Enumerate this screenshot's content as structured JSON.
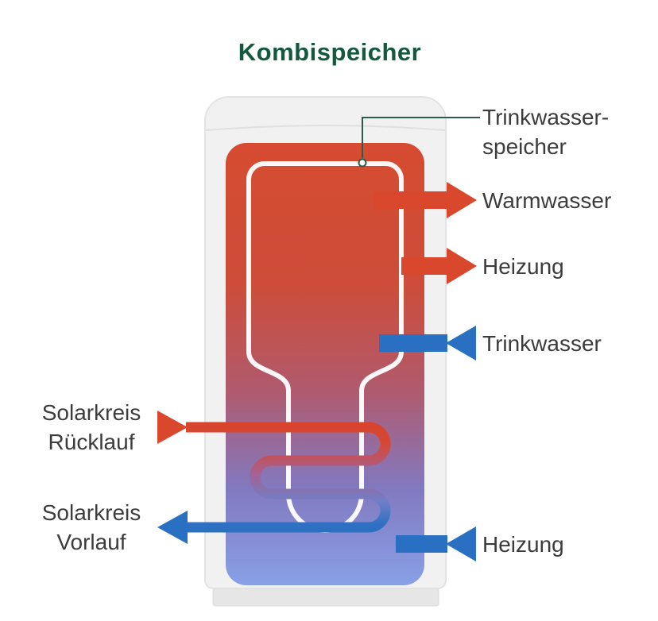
{
  "title": "Kombispeicher",
  "labels": {
    "inner_tank": {
      "line1": "Trinkwasser-",
      "line2": "speicher"
    },
    "warmwasser": "Warmwasser",
    "heizung_top": "Heizung",
    "trinkwasser": "Trinkwasser",
    "heizung_bottom": "Heizung",
    "solar_return": {
      "line1": "Solarkreis",
      "line2": "Rücklauf"
    },
    "solar_flow": {
      "line1": "Solarkreis",
      "line2": "Vorlauf"
    }
  },
  "colors": {
    "title_green": "#14593f",
    "arrow_red": "#d9472c",
    "arrow_blue": "#2a70c2",
    "pointer_green": "#2e5b49",
    "tank_top_red": "#d64b31",
    "tank_bottom_blue": "#88a0e6",
    "tank_shell_gray": "#f1f1f1",
    "inner_outline_white": "#ffffff",
    "label_gray": "#3c3c3c"
  }
}
